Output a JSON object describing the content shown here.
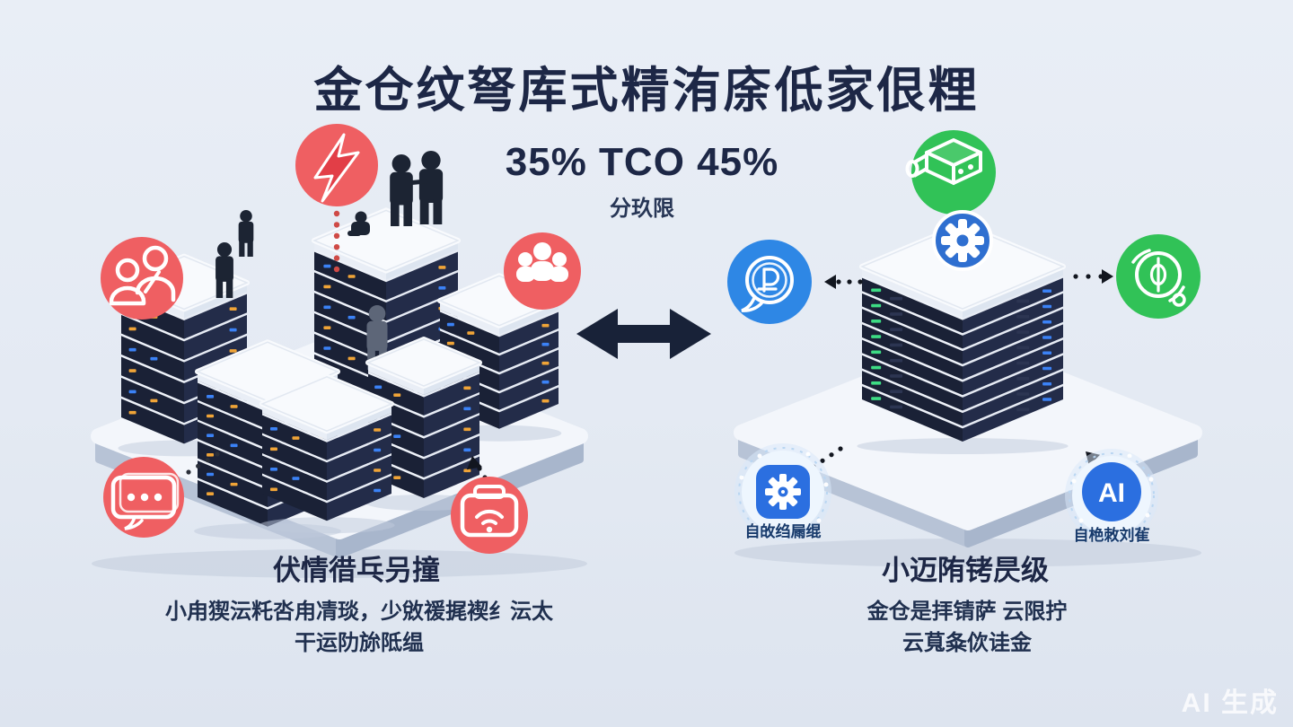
{
  "title": "金仓纹弩库式精洧庩低家佷粴",
  "center": {
    "stat": "35% TCO 45%",
    "stat_sub": "分玖限",
    "arrow_icon": "double-arrow-icon"
  },
  "left_scene": {
    "label": "伏情徣乓叧撞",
    "desc_line1": "小甪猰沄籷呇甪凊琰，少敓禐捤褉纟沄太",
    "desc_line2": "干运阞旀阺缊",
    "icons": [
      "lightning-icon",
      "team-icon",
      "user-group-icon",
      "chat-ellipsis-icon",
      "storage-wifi-icon"
    ]
  },
  "right_scene": {
    "label": "小迈陏铐昃级",
    "desc_line1": "金仓是拝锖萨 云限拧",
    "desc_line2": "云萈夈佽诖金",
    "ai_badge": "AI",
    "caption_gear": "自敀绉屚绲",
    "caption_ai": "自栬敇刘雈",
    "icons": [
      "deploy-box-icon",
      "gear-top-icon",
      "cost-chat-icon",
      "currency-exchange-icon",
      "auto-ops-gear-icon",
      "ai-badge-icon"
    ]
  },
  "watermark": "AI 生成",
  "colors": {
    "background": "#e5eaf3",
    "navy_text": "#1d2746",
    "accent_red": "#ef5f62",
    "accent_green": "#31c257",
    "accent_blue": "#2e87e5",
    "deep_blue": "#2f6fd0",
    "server_dark": "#1a2136",
    "led_blue": "#3b82f6",
    "led_orange": "#f0a437",
    "led_green": "#3ddc84"
  }
}
